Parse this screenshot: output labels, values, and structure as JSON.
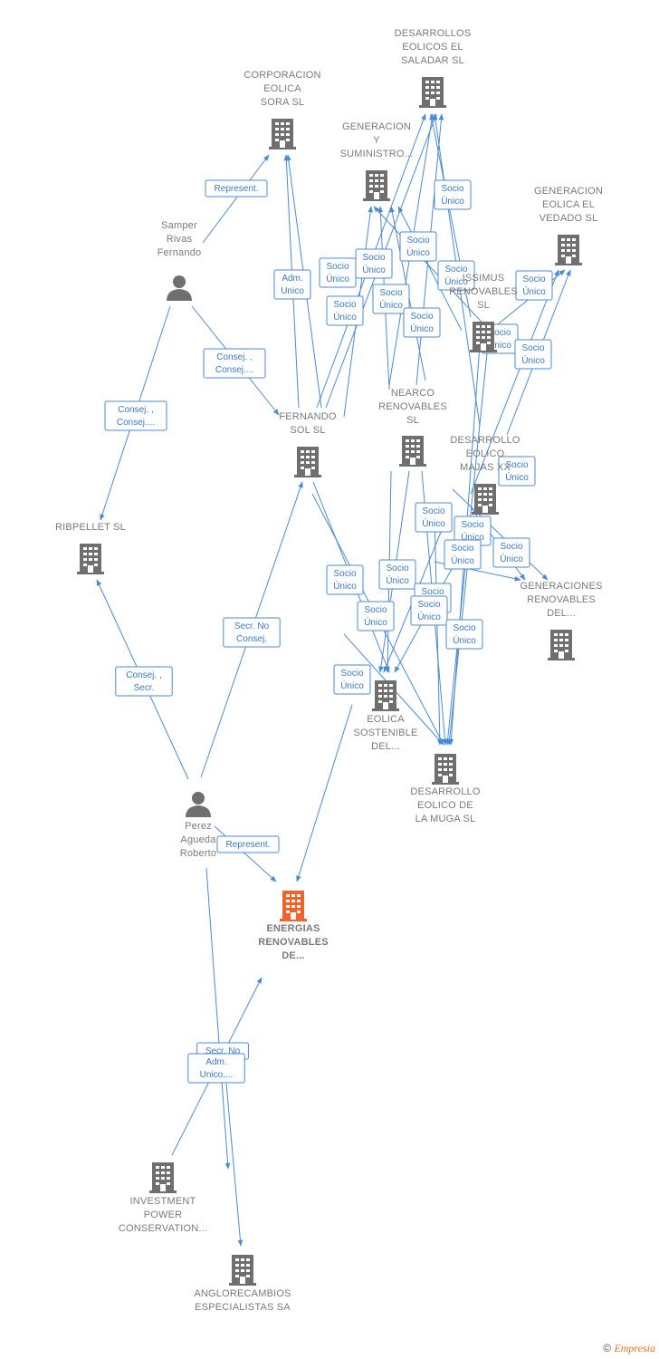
{
  "colors": {
    "edge": "#4a8ad4",
    "company": "#6f6f6f",
    "focus": "#f0642c",
    "person": "#6f6f6f",
    "label": "#7a7a7a"
  },
  "nodes": [
    {
      "id": "saladar",
      "type": "company",
      "lines": [
        "DESARROLLOS",
        "EOLICOS EL",
        "SALADAR SL"
      ]
    },
    {
      "id": "sora",
      "type": "company",
      "lines": [
        "CORPORACION",
        "EOLICA",
        "SORA  SL"
      ]
    },
    {
      "id": "gensum",
      "type": "company",
      "lines": [
        "GENERACION",
        "Y",
        "SUMINISTRO..."
      ]
    },
    {
      "id": "vedado",
      "type": "company",
      "lines": [
        "GENERACION",
        "EOLICA EL",
        "VEDADO SL"
      ]
    },
    {
      "id": "samper",
      "type": "person",
      "lines": [
        "Samper",
        "Rivas",
        "Fernando"
      ]
    },
    {
      "id": "issimus",
      "type": "company",
      "lines": [
        "ISSIMUS",
        "RENOVABLES",
        "SL"
      ]
    },
    {
      "id": "fernando",
      "type": "company",
      "lines": [
        "FERNANDO",
        "SOL SL"
      ]
    },
    {
      "id": "nearco",
      "type": "company",
      "lines": [
        "NEARCO",
        "RENOVABLES",
        "SL"
      ]
    },
    {
      "id": "majas",
      "type": "company",
      "lines": [
        "DESARROLLO",
        "EOLICO",
        "MAJAS XX"
      ]
    },
    {
      "id": "ribpellet",
      "type": "company",
      "lines": [
        "RIBPELLET SL"
      ]
    },
    {
      "id": "genren",
      "type": "company",
      "lines": [
        "GENERACIONES",
        "RENOVABLES",
        "DEL..."
      ]
    },
    {
      "id": "eolsost",
      "type": "company",
      "lines": [
        "EOLICA",
        "SOSTENIBLE",
        "DEL..."
      ]
    },
    {
      "id": "muga",
      "type": "company",
      "lines": [
        "DESARROLLO",
        "EOLICO DE",
        "LA MUGA SL"
      ]
    },
    {
      "id": "perez",
      "type": "person",
      "lines": [
        "Perez",
        "Agueda",
        "Roberto"
      ]
    },
    {
      "id": "energias",
      "type": "focus",
      "lines": [
        "ENERGIAS",
        "RENOVABLES",
        "DE..."
      ]
    },
    {
      "id": "investment",
      "type": "company",
      "lines": [
        "INVESTMENT",
        "POWER",
        "CONSERVATION..."
      ]
    },
    {
      "id": "anglo",
      "type": "company",
      "lines": [
        "ANGLORECAMBIOS",
        "ESPECIALISTAS SA"
      ]
    }
  ],
  "edge_labels": [
    {
      "id": "el1",
      "lines": [
        "Represent."
      ]
    },
    {
      "id": "el2",
      "lines": [
        "Adm.",
        "Unico"
      ]
    },
    {
      "id": "el3",
      "lines": [
        "Consej. ,",
        "Consej...."
      ]
    },
    {
      "id": "el4",
      "lines": [
        "Consej. ,",
        "Consej...."
      ]
    },
    {
      "id": "el5",
      "lines": [
        "Consej. ,",
        "Secr."
      ]
    },
    {
      "id": "el6",
      "lines": [
        "Secr.  No",
        "Consej."
      ]
    },
    {
      "id": "el7",
      "lines": [
        "Represent."
      ]
    },
    {
      "id": "el8",
      "lines": [
        "Secr. No"
      ]
    },
    {
      "id": "el9",
      "lines": [
        "Adm.",
        "Unico,..."
      ]
    },
    {
      "id": "s1",
      "lines": [
        "Socio",
        "Único"
      ]
    },
    {
      "id": "s2",
      "lines": [
        "Socio",
        "Único"
      ]
    },
    {
      "id": "s3",
      "lines": [
        "Socio",
        "Único"
      ]
    },
    {
      "id": "s4",
      "lines": [
        "Socio",
        "Único"
      ]
    },
    {
      "id": "s5",
      "lines": [
        "Socio",
        "Único"
      ]
    },
    {
      "id": "s6",
      "lines": [
        "Socio",
        "Único"
      ]
    },
    {
      "id": "s7",
      "lines": [
        "Socio",
        "Único"
      ]
    },
    {
      "id": "s8",
      "lines": [
        "Socio",
        "Único"
      ]
    },
    {
      "id": "s9",
      "lines": [
        "Socio",
        "Único"
      ]
    },
    {
      "id": "s10",
      "lines": [
        "Socio",
        "Único"
      ]
    },
    {
      "id": "s11",
      "lines": [
        "Socio",
        "Único"
      ]
    },
    {
      "id": "s12",
      "lines": [
        "Socio",
        "Único"
      ]
    },
    {
      "id": "s13",
      "lines": [
        "Socio",
        "Único"
      ]
    },
    {
      "id": "s14",
      "lines": [
        "Socio",
        "Único"
      ]
    },
    {
      "id": "s15",
      "lines": [
        "Socio",
        "Único"
      ]
    },
    {
      "id": "s16",
      "lines": [
        "Socio",
        "Único"
      ]
    },
    {
      "id": "s17",
      "lines": [
        "Socio",
        "Único"
      ]
    },
    {
      "id": "s18",
      "lines": [
        "Socio",
        "Único"
      ]
    },
    {
      "id": "s19",
      "lines": [
        "Socio",
        "Único"
      ]
    },
    {
      "id": "s20",
      "lines": [
        "Socio",
        "Único"
      ]
    },
    {
      "id": "s21",
      "lines": [
        "Socio",
        "Único"
      ]
    },
    {
      "id": "s22",
      "lines": [
        "Socio",
        "Único"
      ]
    },
    {
      "id": "s23",
      "lines": [
        "Socio",
        "Único"
      ]
    },
    {
      "id": "s24",
      "lines": [
        "Socio",
        "Único"
      ]
    }
  ],
  "footer": {
    "copyright": "©",
    "brand": "Empresia"
  }
}
